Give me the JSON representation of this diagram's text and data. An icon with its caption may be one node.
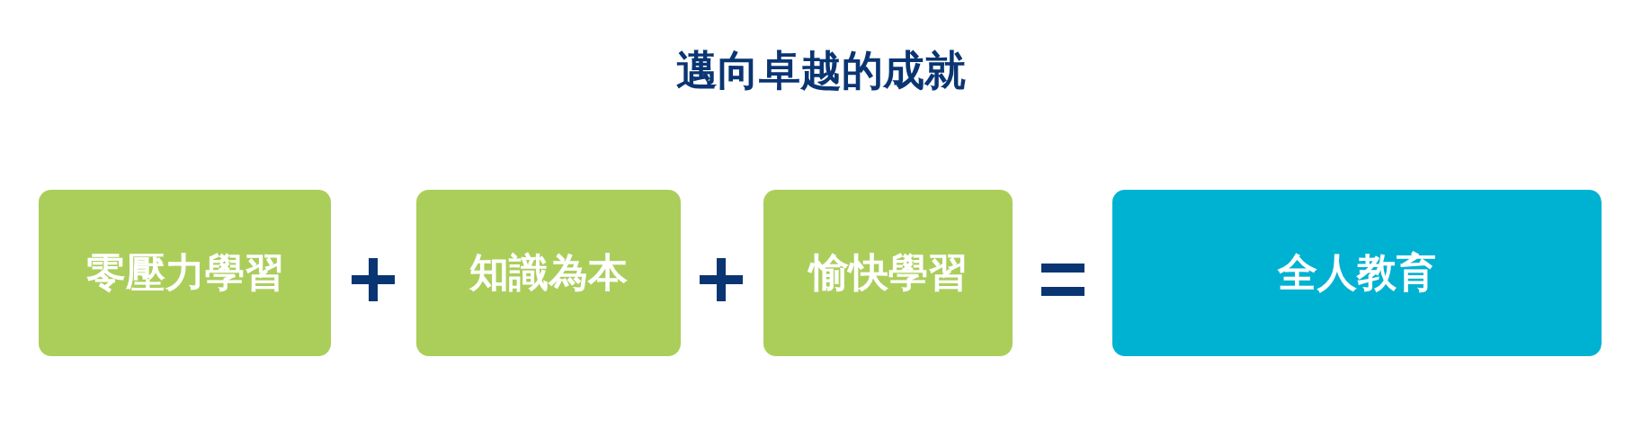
{
  "diagram": {
    "title": "邁向卓越的成就",
    "nodes": [
      {
        "text": [
          "零壓力學習"
        ]
      },
      {
        "text": [
          "知識為本"
        ]
      },
      {
        "text": [
          "愉快學習"
        ]
      },
      {
        "text": [
          "全人教育"
        ]
      }
    ]
  }
}
